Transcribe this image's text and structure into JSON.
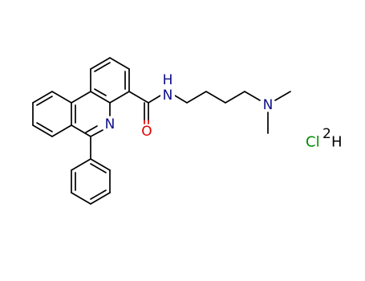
{
  "molecule": {
    "atoms": {
      "amide_nh": {
        "text": "N",
        "sub": "H",
        "color": "#0d0d8c"
      },
      "carbonyl_o": {
        "text": "O",
        "color": "#e00000"
      },
      "ring_n": {
        "text": "N",
        "color": "#0d0d8c"
      },
      "amine_n": {
        "text": "N",
        "color": "#0d0d8c"
      }
    }
  },
  "salt": {
    "cl": {
      "text": "Cl",
      "color": "#008c00"
    },
    "superscript": {
      "text": "2",
      "color": "#000000"
    },
    "h": {
      "text": "H",
      "color": "#000000"
    }
  }
}
